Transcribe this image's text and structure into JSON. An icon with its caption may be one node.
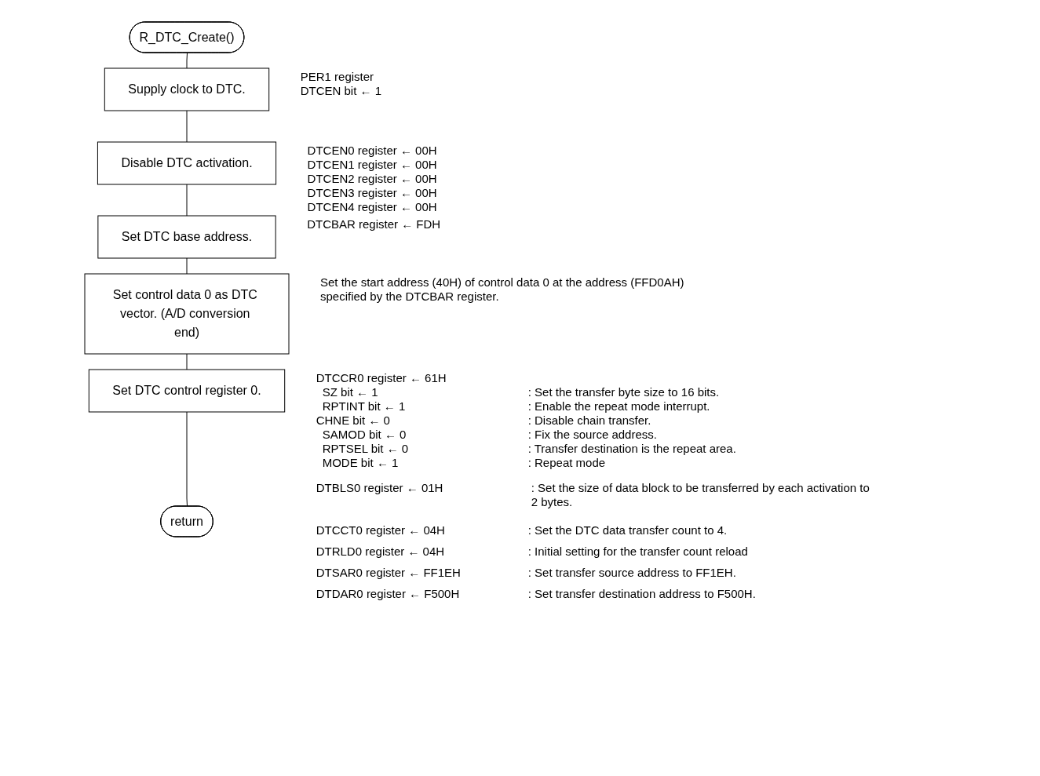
{
  "diagram": {
    "nodes": [
      {
        "text": [
          "R_DTC_Create()"
        ]
      },
      {
        "text": [
          "Supply clock to DTC."
        ],
        "beside": [
          "PER1 register",
          "DTCEN bit ← 1"
        ]
      },
      {
        "text": [
          "Disable DTC activation."
        ],
        "beside": [
          "DTCEN0 register ← 00H",
          "DTCEN1 register ← 00H",
          "DTCEN2 register ← 00H",
          "DTCEN3 register ← 00H",
          "DTCEN4 register ← 00H"
        ]
      },
      {
        "text": [
          "Set DTC base address."
        ],
        "beside": [
          "DTCBAR register ← FDH"
        ]
      },
      {
        "text": [
          "Set control data 0 as DTC vector. (A/D conversion end)"
        ],
        "beside": [
          "Set the start address (40H) of control data 0 at the address (FFD0AH) specified by the DTCBAR register."
        ]
      },
      {
        "text": [
          "Set DTC control register 0."
        ],
        "beside": [
          "DTCCR0 register ← 61H",
          "SZ bit ← 1",
          ": Set the transfer byte size to 16 bits.",
          "RPTINT bit ← 1",
          ": Enable the repeat mode interrupt.",
          "CHNE bit ← 0",
          ": Disable chain transfer.",
          "SAMOD bit ← 0",
          ": Fix the source address.",
          "RPTSEL bit ← 0",
          ": Transfer destination is the repeat area.",
          "MODE bit ← 1",
          ": Repeat mode",
          "DTBLS0 register ← 01H",
          ": Set the size of data block to be transferred by each activation to 2 bytes.",
          "DTCCT0 register ← 04H",
          ": Set the DTC data transfer count to 4.",
          "DTRLD0 register ← 04H",
          ": Initial setting for the transfer count reload",
          "DTSAR0 register ← FF1EH",
          ": Set transfer source address to FF1EH.",
          "DTDAR0 register ← F500H",
          ": Set transfer destination address to F500H."
        ]
      },
      {
        "text": [
          "return"
        ]
      }
    ],
    "edges": [
      {
        "from": 0,
        "to": 1,
        "arrow": "none"
      },
      {
        "from": 1,
        "to": 2,
        "arrow": "none"
      },
      {
        "from": 2,
        "to": 3,
        "arrow": "none"
      },
      {
        "from": 3,
        "to": 4,
        "arrow": "none"
      },
      {
        "from": 4,
        "to": 5,
        "arrow": "none"
      },
      {
        "from": 5,
        "to": 6,
        "arrow": "none"
      }
    ]
  }
}
